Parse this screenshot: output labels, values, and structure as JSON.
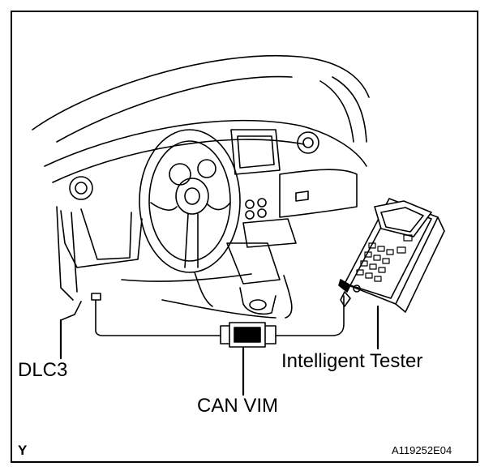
{
  "labels": {
    "dlc3": "DLC3",
    "tester": "Intelligent Tester",
    "vim": "CAN VIM",
    "corner_letter": "Y",
    "figure_code": "A119252E04"
  },
  "colors": {
    "ink": "#000000",
    "paper": "#ffffff"
  }
}
